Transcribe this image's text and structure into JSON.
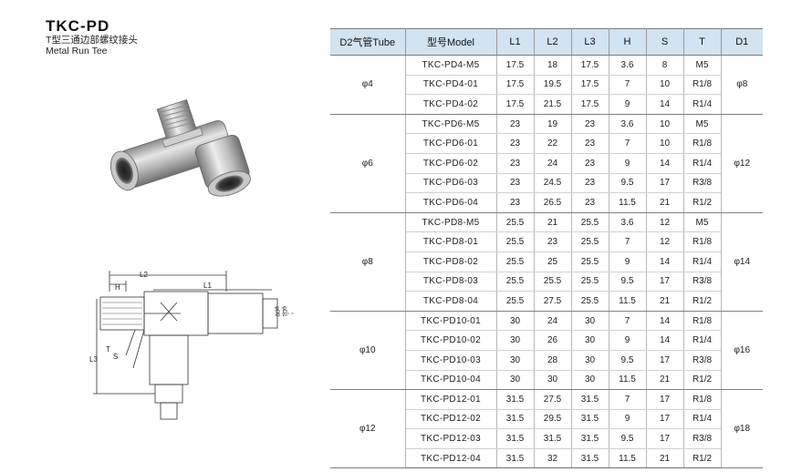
{
  "product": {
    "code": "TKC-PD",
    "name_cn": "T型三通边部螺纹接头",
    "name_en": "Metal Run Tee"
  },
  "drawing": {
    "labels": {
      "l2": "L2",
      "h": "H",
      "l1": "L1",
      "l3": "L3",
      "t": "T",
      "s": "S",
      "d2": "φD2",
      "d1": "φD1"
    }
  },
  "table": {
    "headers": [
      "D2气管Tube",
      "型号Model",
      "L1",
      "L2",
      "L3",
      "H",
      "S",
      "T",
      "D1"
    ],
    "groups": [
      {
        "tube": "φ4",
        "d1": "φ8",
        "rows": [
          [
            "TKC-PD4-M5",
            "17.5",
            "18",
            "17.5",
            "3.6",
            "8",
            "M5"
          ],
          [
            "TKC-PD4-01",
            "17.5",
            "19.5",
            "17.5",
            "7",
            "10",
            "R1/8"
          ],
          [
            "TKC-PD4-02",
            "17.5",
            "21.5",
            "17.5",
            "9",
            "14",
            "R1/4"
          ]
        ]
      },
      {
        "tube": "φ6",
        "d1": "φ12",
        "rows": [
          [
            "TKC-PD6-M5",
            "23",
            "19",
            "23",
            "3.6",
            "10",
            "M5"
          ],
          [
            "TKC-PD6-01",
            "23",
            "22",
            "23",
            "7",
            "10",
            "R1/8"
          ],
          [
            "TKC-PD6-02",
            "23",
            "24",
            "23",
            "9",
            "14",
            "R1/4"
          ],
          [
            "TKC-PD6-03",
            "23",
            "24.5",
            "23",
            "9.5",
            "17",
            "R3/8"
          ],
          [
            "TKC-PD6-04",
            "23",
            "26.5",
            "23",
            "11.5",
            "21",
            "R1/2"
          ]
        ]
      },
      {
        "tube": "φ8",
        "d1": "φ14",
        "rows": [
          [
            "TKC-PD8-M5",
            "25.5",
            "21",
            "25.5",
            "3.6",
            "12",
            "M5"
          ],
          [
            "TKC-PD8-01",
            "25.5",
            "23",
            "25.5",
            "7",
            "12",
            "R1/8"
          ],
          [
            "TKC-PD8-02",
            "25.5",
            "25",
            "25.5",
            "9",
            "14",
            "R1/4"
          ],
          [
            "TKC-PD8-03",
            "25.5",
            "25.5",
            "25.5",
            "9.5",
            "17",
            "R3/8"
          ],
          [
            "TKC-PD8-04",
            "25.5",
            "27.5",
            "25.5",
            "11.5",
            "21",
            "R1/2"
          ]
        ]
      },
      {
        "tube": "φ10",
        "d1": "φ16",
        "rows": [
          [
            "TKC-PD10-01",
            "30",
            "24",
            "30",
            "7",
            "14",
            "R1/8"
          ],
          [
            "TKC-PD10-02",
            "30",
            "26",
            "30",
            "9",
            "14",
            "R1/4"
          ],
          [
            "TKC-PD10-03",
            "30",
            "28",
            "30",
            "9.5",
            "17",
            "R3/8"
          ],
          [
            "TKC-PD10-04",
            "30",
            "30",
            "30",
            "11.5",
            "21",
            "R1/2"
          ]
        ]
      },
      {
        "tube": "φ12",
        "d1": "φ18",
        "rows": [
          [
            "TKC-PD12-01",
            "31.5",
            "27.5",
            "31.5",
            "7",
            "17",
            "R1/8"
          ],
          [
            "TKC-PD12-02",
            "31.5",
            "29.5",
            "31.5",
            "9",
            "17",
            "R1/4"
          ],
          [
            "TKC-PD12-03",
            "31.5",
            "31.5",
            "31.5",
            "9.5",
            "17",
            "R3/8"
          ],
          [
            "TKC-PD12-04",
            "31.5",
            "32",
            "31.5",
            "11.5",
            "21",
            "R1/2"
          ]
        ]
      }
    ]
  }
}
